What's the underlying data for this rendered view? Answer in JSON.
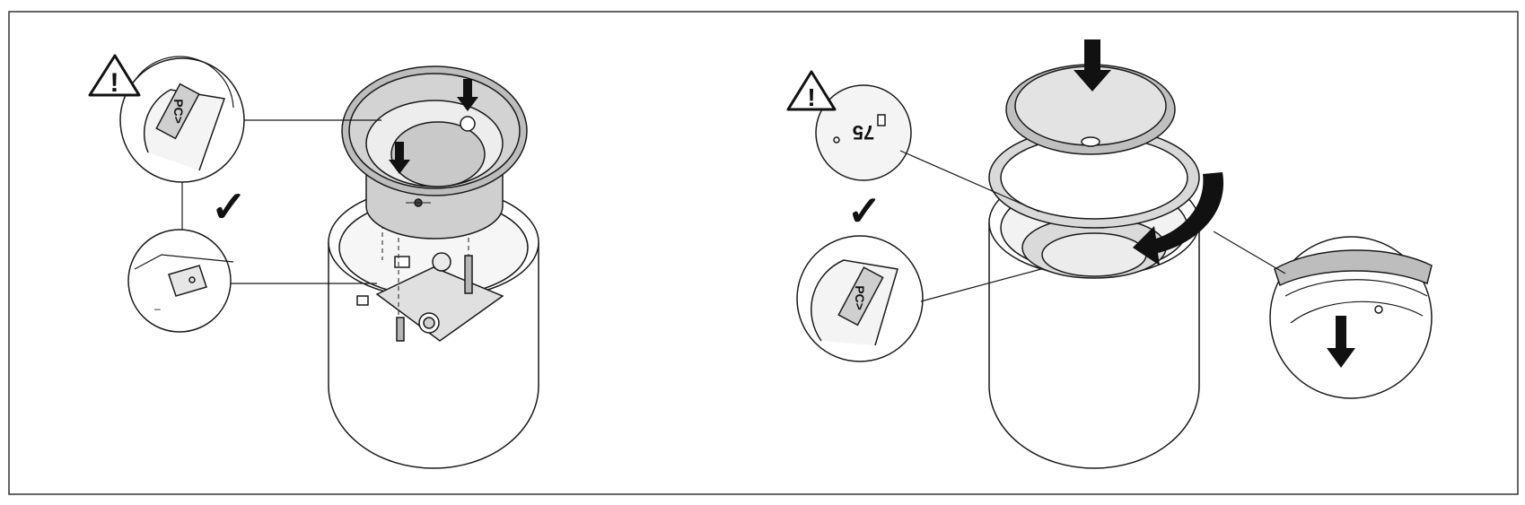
{
  "figure": {
    "border_color": "#333333",
    "line_color": "#1a1a1a",
    "fill_light": "#f2f2f2",
    "fill_mid": "#d6d6d6",
    "fill_dark": "#a8a8a8"
  },
  "step1": {
    "warning_icon": "warning-triangle-icon",
    "warning_glyph": "!",
    "label_text": "PC>",
    "check_icon": "checkmark-icon",
    "check_glyph": "✓",
    "detail_mark": "–"
  },
  "step2": {
    "warning_icon": "warning-triangle-icon",
    "warning_glyph": "!",
    "dial_text": "75",
    "label_text": "PC>",
    "check_icon": "checkmark-icon",
    "check_glyph": "✓"
  }
}
